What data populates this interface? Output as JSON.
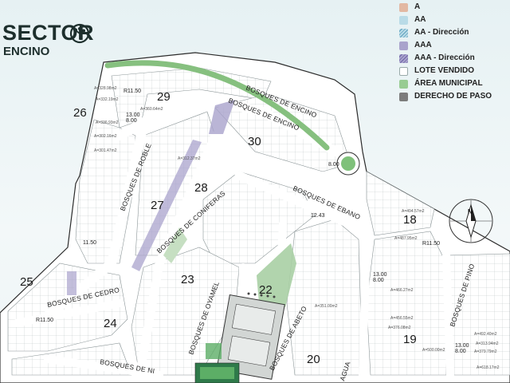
{
  "header": {
    "title": "SECTOR",
    "subtitle": "ENCINO",
    "logo_icon": "tree-leaf-icon"
  },
  "legend": {
    "items": [
      {
        "label": "A",
        "color": "#e2b8a2",
        "pattern": "solid"
      },
      {
        "label": "AA",
        "color": "#b9dbe7",
        "pattern": "solid"
      },
      {
        "label": "AA - Dirección",
        "color": "#b9dbe7",
        "pattern": "hatch"
      },
      {
        "label": "AAA",
        "color": "#a9a3cc",
        "pattern": "solid"
      },
      {
        "label": "AAA - Dirección",
        "color": "#a9a3cc",
        "pattern": "hatch"
      },
      {
        "label": "LOTE VENDIDO",
        "color": "#ffffff",
        "pattern": "outline"
      },
      {
        "label": "ÁREA MUNICIPAL",
        "color": "#98cc93",
        "pattern": "solid"
      },
      {
        "label": "DERECHO DE PASO",
        "color": "#7c7c7c",
        "pattern": "solid"
      }
    ]
  },
  "blocks": [
    {
      "label": "29"
    },
    {
      "label": "26"
    },
    {
      "label": "30"
    },
    {
      "label": "28"
    },
    {
      "label": "27"
    },
    {
      "label": "18"
    },
    {
      "label": "25"
    },
    {
      "label": "23"
    },
    {
      "label": "22"
    },
    {
      "label": "24"
    },
    {
      "label": "20"
    },
    {
      "label": "19"
    }
  ],
  "streets": [
    {
      "label": "BOSQUES DE ENCINO"
    },
    {
      "label": "BOSQUES DE ENCINO"
    },
    {
      "label": "BOSQUES DE ROBLE"
    },
    {
      "label": "BOSQUES DE CONIFERAS"
    },
    {
      "label": "BOSQUES DE EBANO"
    },
    {
      "label": "BOSQUES DE CEDRO"
    },
    {
      "label": "BOSQUES DE OYAMEL"
    },
    {
      "label": "BOSQUES DE ABETO"
    },
    {
      "label": "BOSQUES DE PINO"
    },
    {
      "label": "AGUA"
    },
    {
      "label": "BOSQUES DE NI"
    }
  ],
  "dimensions": [
    {
      "label": "R11.50"
    },
    {
      "label": "13.00"
    },
    {
      "label": "8.00"
    },
    {
      "label": "11.50"
    },
    {
      "label": "R11.50"
    },
    {
      "label": "R11.50"
    },
    {
      "label": "13.00"
    },
    {
      "label": "8.00"
    },
    {
      "label": "13.00"
    },
    {
      "label": "8.00"
    },
    {
      "label": "12.43"
    },
    {
      "label": "8.00"
    }
  ],
  "area_labels": [
    {
      "label": "A=328.98m2"
    },
    {
      "label": "A=332.19m2"
    },
    {
      "label": "A=336.93m2"
    },
    {
      "label": "A=302.16m2"
    },
    {
      "label": "A=301.47m2"
    },
    {
      "label": "A=360.64m2"
    },
    {
      "label": "A=494.57m2"
    },
    {
      "label": "A=487.95m2"
    },
    {
      "label": "A=492.40m2"
    },
    {
      "label": "A=466.27m2"
    },
    {
      "label": "A=456.55m2"
    },
    {
      "label": "A=500.00m2"
    },
    {
      "label": "A=312.37m2"
    },
    {
      "label": "A=376.08m2"
    },
    {
      "label": "A=351.00m2"
    },
    {
      "label": "A=313.94m2"
    },
    {
      "label": "A=379.79m2"
    },
    {
      "label": "A=618.17m2"
    }
  ],
  "compass": {
    "icon": "compass-north-icon",
    "label": "N"
  }
}
